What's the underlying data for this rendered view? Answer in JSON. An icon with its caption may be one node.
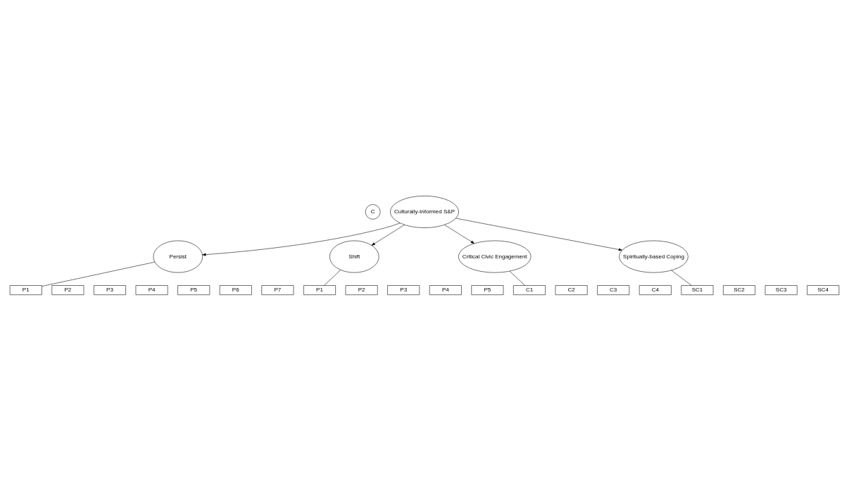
{
  "diagram": {
    "nodes": [
      {
        "text": [
          "C"
        ]
      },
      {
        "text": [
          "Culturally-Informed S&P"
        ]
      },
      {
        "text": [
          "Persist"
        ]
      },
      {
        "text": [
          "Shift"
        ]
      },
      {
        "text": [
          "Critical Civic Engagement"
        ]
      },
      {
        "text": [
          "Spiritually-based Coping"
        ]
      },
      {
        "text": [
          "P1"
        ]
      },
      {
        "text": [
          "P2"
        ]
      },
      {
        "text": [
          "P3"
        ]
      },
      {
        "text": [
          "P4"
        ]
      },
      {
        "text": [
          "P5"
        ]
      },
      {
        "text": [
          "P6"
        ]
      },
      {
        "text": [
          "P7"
        ]
      },
      {
        "text": [
          "P1"
        ]
      },
      {
        "text": [
          "P2"
        ]
      },
      {
        "text": [
          "P3"
        ]
      },
      {
        "text": [
          "P4"
        ]
      },
      {
        "text": [
          "P5"
        ]
      },
      {
        "text": [
          "C1"
        ]
      },
      {
        "text": [
          "C2"
        ]
      },
      {
        "text": [
          "C3"
        ]
      },
      {
        "text": [
          "C4"
        ]
      },
      {
        "text": [
          "SC1"
        ]
      },
      {
        "text": [
          "SC2"
        ]
      },
      {
        "text": [
          "SC3"
        ]
      },
      {
        "text": [
          "SC4"
        ]
      }
    ],
    "edges": [
      {
        "from": 1,
        "to": 2,
        "arrow": "to"
      },
      {
        "from": 1,
        "to": 3,
        "arrow": "to"
      },
      {
        "from": 1,
        "to": 4,
        "arrow": "to"
      },
      {
        "from": 1,
        "to": 5,
        "arrow": "to"
      },
      {
        "from": 2,
        "to": 6,
        "arrow": "none"
      },
      {
        "from": 3,
        "to": 13,
        "arrow": "none"
      },
      {
        "from": 4,
        "to": 18,
        "arrow": "none"
      },
      {
        "from": 5,
        "to": 22,
        "arrow": "none"
      }
    ]
  }
}
